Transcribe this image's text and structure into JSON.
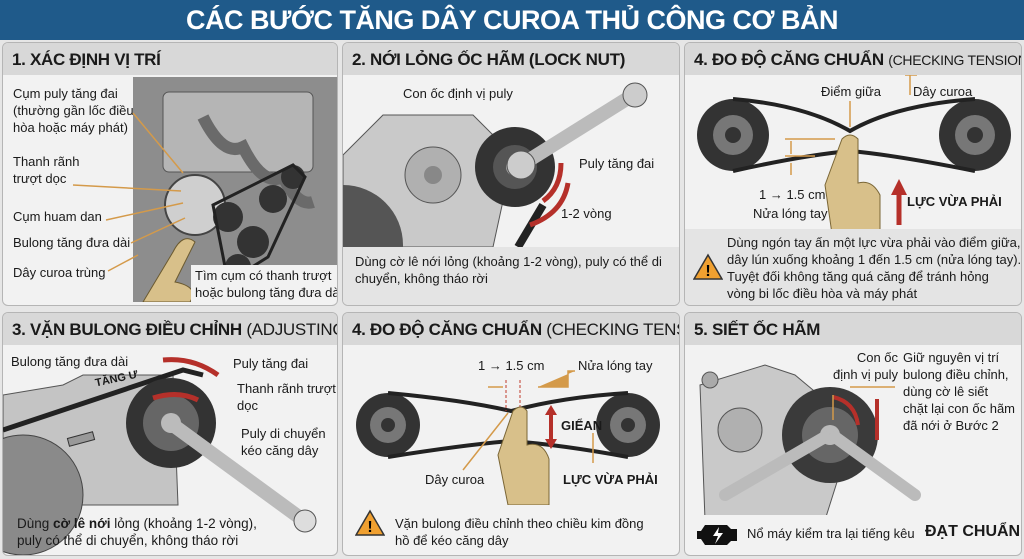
{
  "title": "CÁC BƯỚC TĂNG DÂY CUROA THỦ CÔNG CƠ BẢN",
  "colors": {
    "title_bg": "#1f5a8a",
    "accent_arrow": "#b5302a",
    "leader_line": "#d49a4a",
    "warning": "#f0a030",
    "glove": "#d8c08a"
  },
  "panels": {
    "p1": {
      "title": "1. XÁC ĐỊNH VỊ TRÍ",
      "labels": [
        "Cụm puly tăng đai",
        "(thường gần lốc điều",
        "hòa hoặc máy phát)",
        "Thanh rãnh",
        "trượt dọc",
        "Cụm huam dan",
        "Bulong tăng đưa dài",
        "Dây curoa trùng"
      ],
      "caption": [
        "Tìm cụm có thanh trượt",
        "hoặc bulong tăng đưa dài"
      ]
    },
    "p2": {
      "title": "2. NỚI LỎNG ỐC HÃM (LOCK NUT)",
      "labels": {
        "nut": "Con ốc định vị puly",
        "pulley": "Puly tăng đai",
        "turns": "1-2 vòng"
      },
      "caption": [
        "Dùng cờ lê nới lỏng (khoảng 1-2 vòng), puly có thể di",
        "chuyển, không tháo rời"
      ]
    },
    "p3": {
      "title_bold": "4. ĐO ĐỘ CĂNG CHUẨN",
      "title_thin": "(CHECKING TENSION)",
      "labels": {
        "mid": "Điểm giữa",
        "belt": "Dây curoa",
        "range": "1 → 1.5 cm",
        "half": "Nửa lóng tay",
        "force": "LỰC VỪA PHẢI"
      },
      "warning": [
        "Dùng ngón tay ấn một lực vừa phải vào điểm giữa,",
        "dây lún xuống khoảng 1 đến 1.5 cm (nửa lóng tay).",
        "Tuyệt đối không tăng quá căng để tránh hỏng",
        "vòng bi lốc điều hòa và máy phát"
      ]
    },
    "p4": {
      "title_bold": "3. VẶN BULONG ĐIỀU CHỈNH",
      "title_thin": "(ADJUSTING BOLT)",
      "labels": {
        "bolt": "Bulong tăng đưa dài",
        "belt_text": "TĂNG Ư",
        "pulley": "Puly tăng đai",
        "slot1": "Thanh rãnh trượt",
        "slot2": "dọc",
        "move1": "Puly di chuyển",
        "move2": "kéo căng dây"
      },
      "caption": {
        "pre": "Dùng ",
        "bold": "cờ lê nới",
        "post": " lỏng (khoảng 1-2 vòng),",
        "line2": "puly có thể di chuyển, không tháo rời"
      }
    },
    "p5": {
      "title_bold": "4. ĐO ĐỘ CĂNG CHUẨN",
      "title_thin": "(CHECKING TENSION)",
      "labels": {
        "range": "1 → 1.5 cm",
        "half": "Nửa lóng tay",
        "deflect": "GIỂAN",
        "belt": "Dây curoa",
        "force": "LỰC VỪA PHẢI"
      },
      "warning": [
        "Vặn bulong điều chỉnh theo chiều kim đồng",
        "hồ để kéo căng dây"
      ]
    },
    "p6": {
      "title": "5. SIẾT ỐC HÃM",
      "labels": {
        "nut1": "Con ốc",
        "nut2": "định vị puly"
      },
      "instruction": [
        "Giữ nguyên vị trí",
        "bulong điều chỉnh,",
        "dùng cờ lê siết",
        "chặt lại con ốc hãm",
        "đã nới ở Bước 2"
      ],
      "footer": {
        "check": "Nổ máy kiểm tra lại tiếng kêu",
        "result": "ĐẠT CHUẨN"
      }
    }
  }
}
